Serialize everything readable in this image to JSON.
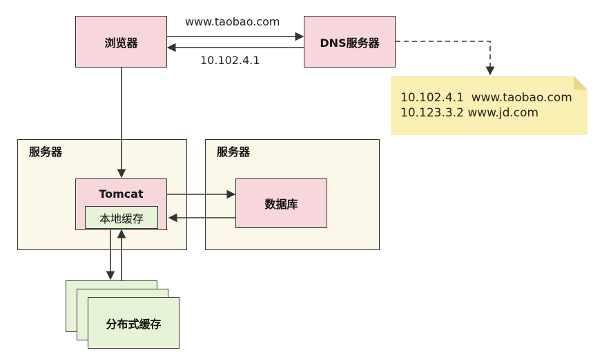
{
  "nodes": {
    "browser": "浏览器",
    "dns": "DNS服务器",
    "server_left": "服务器",
    "server_right": "服务器",
    "tomcat": "Tomcat",
    "local_cache": "本地缓存",
    "database": "数据库",
    "distributed_cache": "分布式缓存"
  },
  "edges": {
    "request_label": "www.taobao.com",
    "response_label": "10.102.4.1"
  },
  "dns_note": {
    "lines": [
      "10.102.4.1  www.taobao.com",
      "10.123.3.2 www.jd.com"
    ]
  },
  "colors": {
    "pink": "#f7d7db",
    "cream": "#fbf8e9",
    "green": "#e6f3d6",
    "note": "#fbf0b3"
  }
}
